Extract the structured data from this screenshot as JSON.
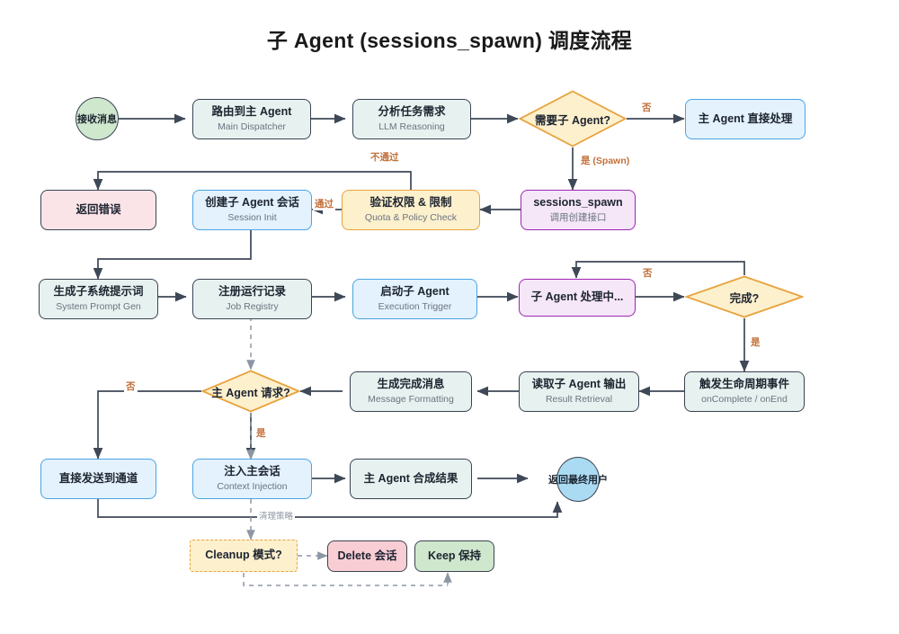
{
  "page": {
    "title": "子 Agent (sessions_spawn) 调度流程",
    "background": "#ffffff"
  },
  "colors": {
    "default_fill": "#e7f1ef",
    "default_stroke": "#3a4351",
    "blue_fill": "#e3f2fd",
    "blue_stroke": "#4ba3e3",
    "pink_fill": "#fbe4e8",
    "pink_strong_fill": "#f8cdd4",
    "purple_fill": "#f5e6f8",
    "purple_stroke": "#9c27b0",
    "yellow_fill": "#fdf0cd",
    "yellow_stroke": "#e8a33d",
    "green_fill": "#cfe7cd",
    "start_ellipse_fill": "#cfe7cd",
    "end_ellipse_fill": "#aadbf2",
    "edge_label": "#c2703a",
    "edge_line": "#3e4857",
    "dashed_line": "#9aa3b0"
  },
  "nodes": {
    "start": {
      "label": "接收消息",
      "shape": "ellipse",
      "style": "green"
    },
    "route_main": {
      "title": "路由到主 Agent",
      "subtitle": "Main Dispatcher",
      "style": "default"
    },
    "analyze": {
      "title": "分析任务需求",
      "subtitle": "LLM Reasoning",
      "style": "default"
    },
    "need_sub": {
      "label": "需要子 Agent?",
      "shape": "diamond",
      "style": "yellow"
    },
    "main_direct": {
      "title": "主 Agent 直接处理",
      "subtitle": "",
      "style": "blue"
    },
    "return_error": {
      "title": "返回错误",
      "subtitle": "",
      "style": "pink"
    },
    "create_session": {
      "title": "创建子 Agent 会话",
      "subtitle": "Session Init",
      "style": "blue"
    },
    "verify_quota": {
      "title": "验证权限 & 限制",
      "subtitle": "Quota & Policy Check",
      "style": "yellow"
    },
    "sessions_spawn": {
      "title": "sessions_spawn",
      "subtitle": "调用创建接口",
      "style": "purple"
    },
    "system_prompt": {
      "title": "生成子系统提示词",
      "subtitle": "System Prompt Gen",
      "style": "default"
    },
    "job_registry": {
      "title": "注册运行记录",
      "subtitle": "Job Registry",
      "style": "default"
    },
    "exec_trigger": {
      "title": "启动子 Agent",
      "subtitle": "Execution Trigger",
      "style": "blue"
    },
    "sub_running": {
      "title": "子 Agent 处理中...",
      "subtitle": "",
      "style": "purple"
    },
    "done": {
      "label": "完成?",
      "shape": "diamond",
      "style": "yellow"
    },
    "lifecycle": {
      "title": "触发生命周期事件",
      "subtitle": "onComplete / onEnd",
      "style": "default"
    },
    "result_read": {
      "title": "读取子 Agent 输出",
      "subtitle": "Result Retrieval",
      "style": "default"
    },
    "msg_format": {
      "title": "生成完成消息",
      "subtitle": "Message Formatting",
      "style": "default"
    },
    "main_request": {
      "label": "主 Agent 请求?",
      "shape": "diamond",
      "style": "yellow"
    },
    "send_channel": {
      "title": "直接发送到通道",
      "subtitle": "",
      "style": "blue"
    },
    "context_inject": {
      "title": "注入主会话",
      "subtitle": "Context Injection",
      "style": "blue"
    },
    "main_compose": {
      "title": "主 Agent 合成结果",
      "subtitle": "",
      "style": "default"
    },
    "end": {
      "label": "返回最终用户",
      "shape": "ellipse",
      "style": "blue"
    },
    "cleanup_mode": {
      "label": "Cleanup 模式?",
      "shape": "rect-dashed",
      "style": "yellow"
    },
    "delete_session": {
      "title": "Delete 会话",
      "subtitle": "",
      "style": "pink-strong"
    },
    "keep_session": {
      "title": "Keep 保持",
      "subtitle": "",
      "style": "green"
    }
  },
  "edge_labels": {
    "no_sub": "否",
    "yes_spawn": "是 (Spawn)",
    "fail": "不通过",
    "pass": "通过",
    "not_done": "否",
    "is_done": "是",
    "no_request": "否",
    "yes_request": "是",
    "cleanup_policy": "清理策略"
  }
}
